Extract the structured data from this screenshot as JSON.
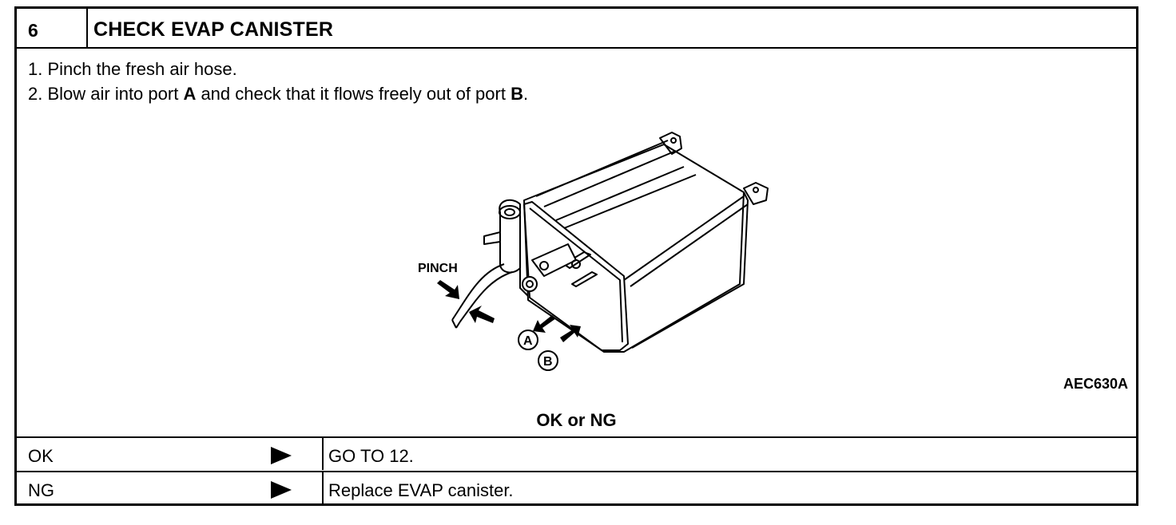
{
  "header": {
    "step_number": "6",
    "title": "CHECK EVAP CANISTER"
  },
  "instructions": {
    "step1": "1.  Pinch the fresh air hose.",
    "step2_pre": "2.  Blow air into port ",
    "port_a": "A",
    "step2_mid": " and check that it flows freely out of port ",
    "port_b": "B",
    "step2_end": "."
  },
  "figure": {
    "pinch_label": "PINCH",
    "port_a_label": "A",
    "port_b_label": "B",
    "code": "AEC630A"
  },
  "result_heading": "OK or NG",
  "results": [
    {
      "result": "OK",
      "action": "GO TO 12."
    },
    {
      "result": "NG",
      "action": "Replace EVAP canister."
    }
  ]
}
